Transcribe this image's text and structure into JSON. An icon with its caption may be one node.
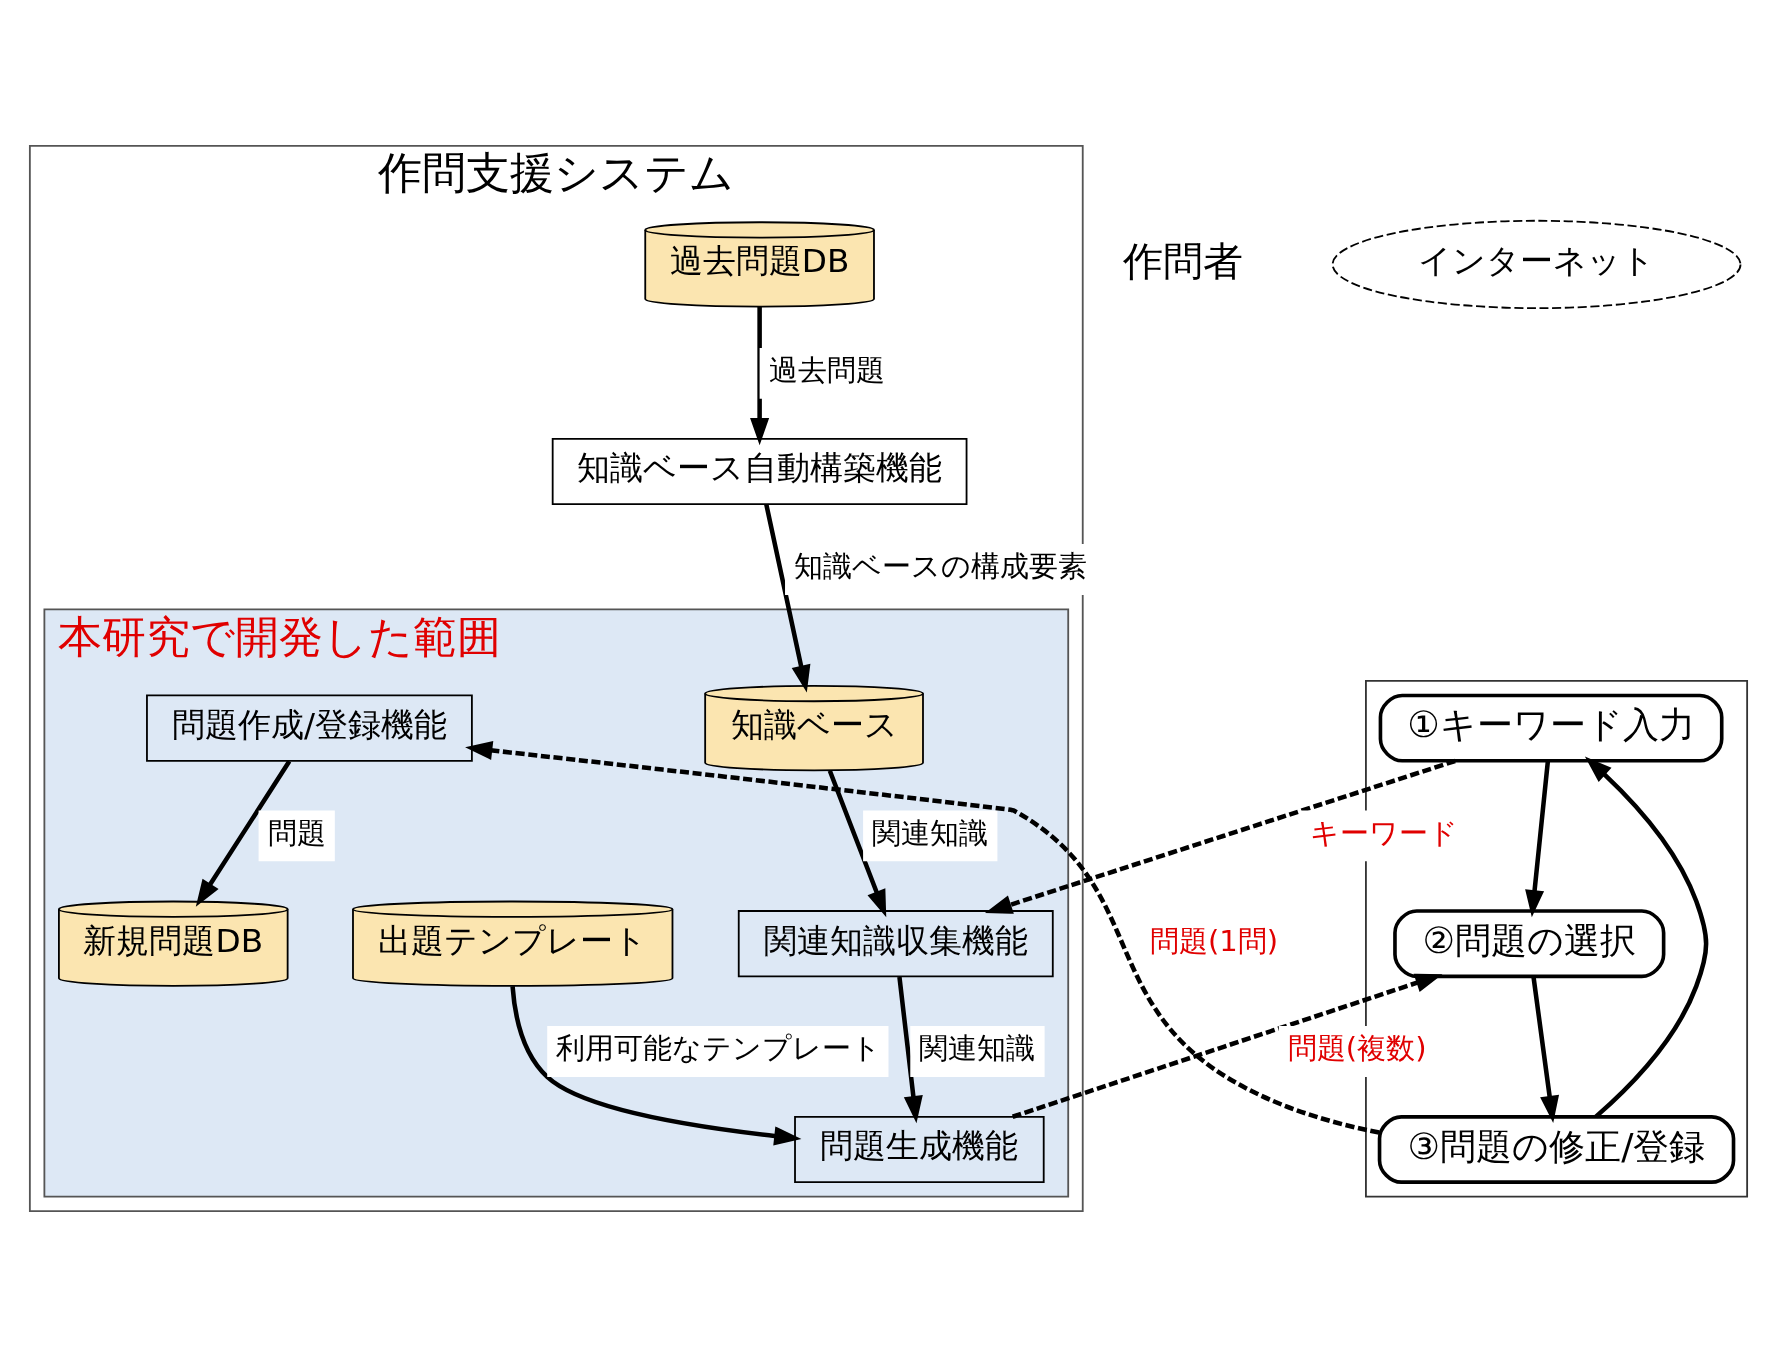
{
  "diagram": {
    "nodes": [
      {
        "text": [
          "作問支援システム"
        ]
      },
      {
        "text": [
          "知識ベース自動構築機能"
        ],
        "in": 0
      },
      {
        "text": [
          "過去問題DB"
        ],
        "in": 0
      },
      {
        "text": [
          "本研究で開発した範囲"
        ],
        "in": 0
      },
      {
        "text": [
          "関連知識収集機能"
        ],
        "in": 3
      },
      {
        "text": [
          "知識ベース"
        ],
        "in": 3
      },
      {
        "text": [
          "問題生成機能"
        ],
        "in": 3
      },
      {
        "text": [
          "出題テンプレート"
        ],
        "in": 3
      },
      {
        "text": [
          "問題作成/登録機能"
        ],
        "in": 3
      },
      {
        "text": [
          "新規問題DB"
        ],
        "in": 3
      },
      {
        "text": [
          "作問者"
        ]
      },
      {
        "text": [],
        "shape": "box"
      },
      {
        "text": [
          "①キーワード入力"
        ],
        "in": 11
      },
      {
        "text": [
          "②問題の選択"
        ],
        "in": 11
      },
      {
        "text": [
          "③問題の修正/登録"
        ],
        "in": 11
      },
      {
        "text": [
          "インターネット"
        ]
      }
    ],
    "edges": [
      {
        "from": 2,
        "to": 1,
        "arrow": "to",
        "label": "過去問題"
      },
      {
        "from": 1,
        "to": 5,
        "arrow": "to",
        "label": "知識ベースの構成要素"
      },
      {
        "from": 5,
        "to": 4,
        "arrow": "to",
        "label": "関連知識"
      },
      {
        "from": 4,
        "to": 6,
        "arrow": "to",
        "label": "関連知識"
      },
      {
        "from": 7,
        "to": 6,
        "arrow": "to",
        "label": "利用可能なテンプレート"
      },
      {
        "from": 8,
        "to": 9,
        "arrow": "to",
        "label": "問題"
      },
      {
        "from": 12,
        "to": 4,
        "arrow": "to",
        "label": "キーワード",
        "style": "dashed"
      },
      {
        "from": 6,
        "to": 13,
        "arrow": "to",
        "label": "問題(複数)",
        "style": "dashed"
      },
      {
        "from": 14,
        "to": 8,
        "arrow": "to",
        "label": "問題(1問)",
        "style": "dashed"
      },
      {
        "from": 12,
        "to": 13,
        "arrow": "to"
      },
      {
        "from": 13,
        "to": 14,
        "arrow": "to"
      },
      {
        "from": 14,
        "to": 12,
        "arrow": "to"
      }
    ]
  }
}
